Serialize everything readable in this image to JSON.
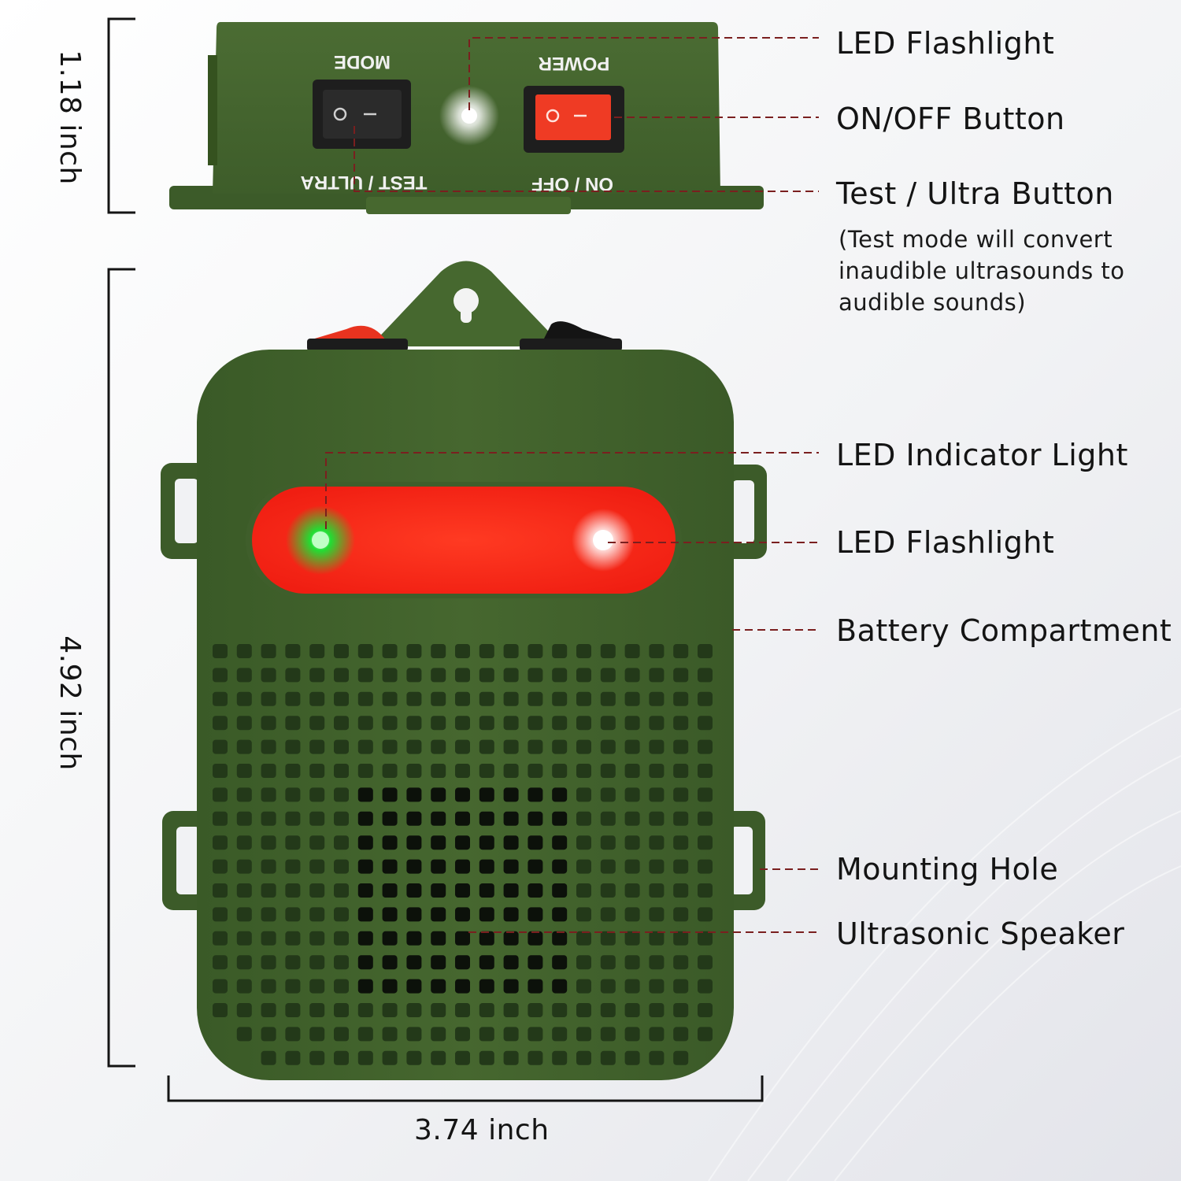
{
  "labels": {
    "led_flashlight_top": "LED Flashlight",
    "on_off_button": "ON/OFF Button",
    "test_ultra_button": "Test / Ultra Button",
    "test_note": [
      "(Test mode will convert",
      "inaudible ultrasounds to",
      "audible sounds)"
    ],
    "led_indicator_light": "LED Indicator Light",
    "led_flashlight_front": "LED Flashlight",
    "battery_compartment": "Battery Compartment",
    "mounting_hole": "Mounting Hole",
    "ultrasonic_speaker": "Ultrasonic Speaker"
  },
  "dimensions": {
    "height_top": "1.18 inch",
    "height_main": "4.92 inch",
    "width": "3.74 inch"
  },
  "device_printing": {
    "mode": "MODE",
    "power": "POWER",
    "test_ultra": "TEST / ULTRA",
    "on_off": "ON / OFF",
    "switch_symbol": "O  —"
  },
  "colors": {
    "housing": "#40612b",
    "housing_dark": "#2f4a1f",
    "led_bar": "#ff2a1a",
    "indicator_led": "#25e035",
    "power_switch": "#ef3b24",
    "callout_line": "#7a1f1f"
  }
}
